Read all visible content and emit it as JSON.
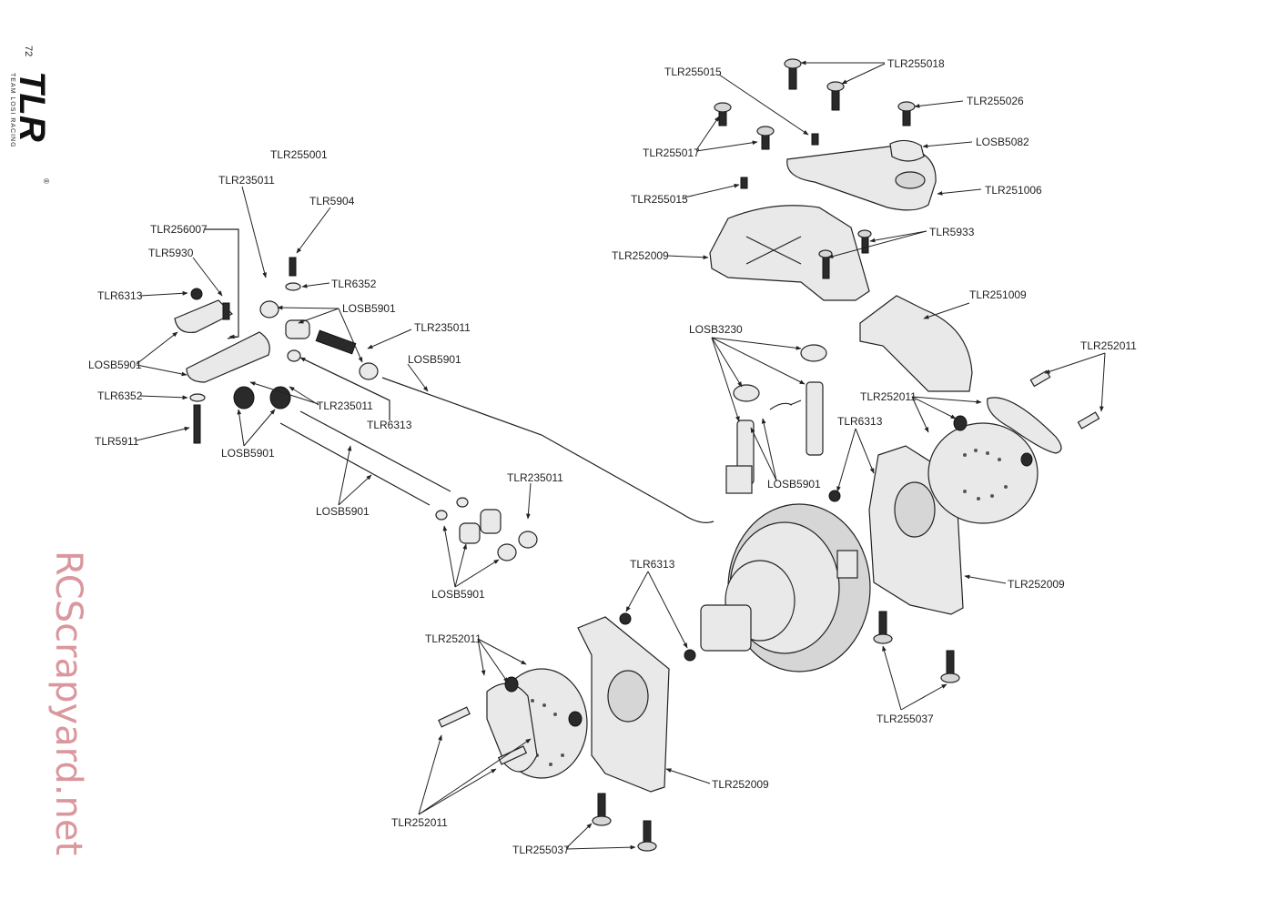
{
  "page_number": "72",
  "brand": {
    "name": "TLR",
    "subtitle": "TEAM LOSI RACING",
    "registered": "®"
  },
  "watermark": "RCScrapyard.net",
  "labels": [
    "TLR255015",
    "TLR255018",
    "TLR255026",
    "TLR255017",
    "LOSB5082",
    "TLR251006",
    "TLR255015",
    "TLR5933",
    "TLR252009",
    "TLR251009",
    "TLR252011",
    "LOSB3230",
    "TLR252011",
    "TLR6313",
    "LOSB5901",
    "TLR252009",
    "TLR255037",
    "TLR6313",
    "TLR252011",
    "TLR252009",
    "TLR252011",
    "TLR255037",
    "TLR255001",
    "TLR235011",
    "TLR5904",
    "TLR256007",
    "TLR5930",
    "TLR6352",
    "TLR6313",
    "LOSB5901",
    "TLR235011",
    "LOSB5901",
    "LOSB5901",
    "TLR6352",
    "TLR235011",
    "TLR6313",
    "TLR5911",
    "LOSB5901",
    "LOSB5901",
    "TLR235011",
    "LOSB5901"
  ]
}
